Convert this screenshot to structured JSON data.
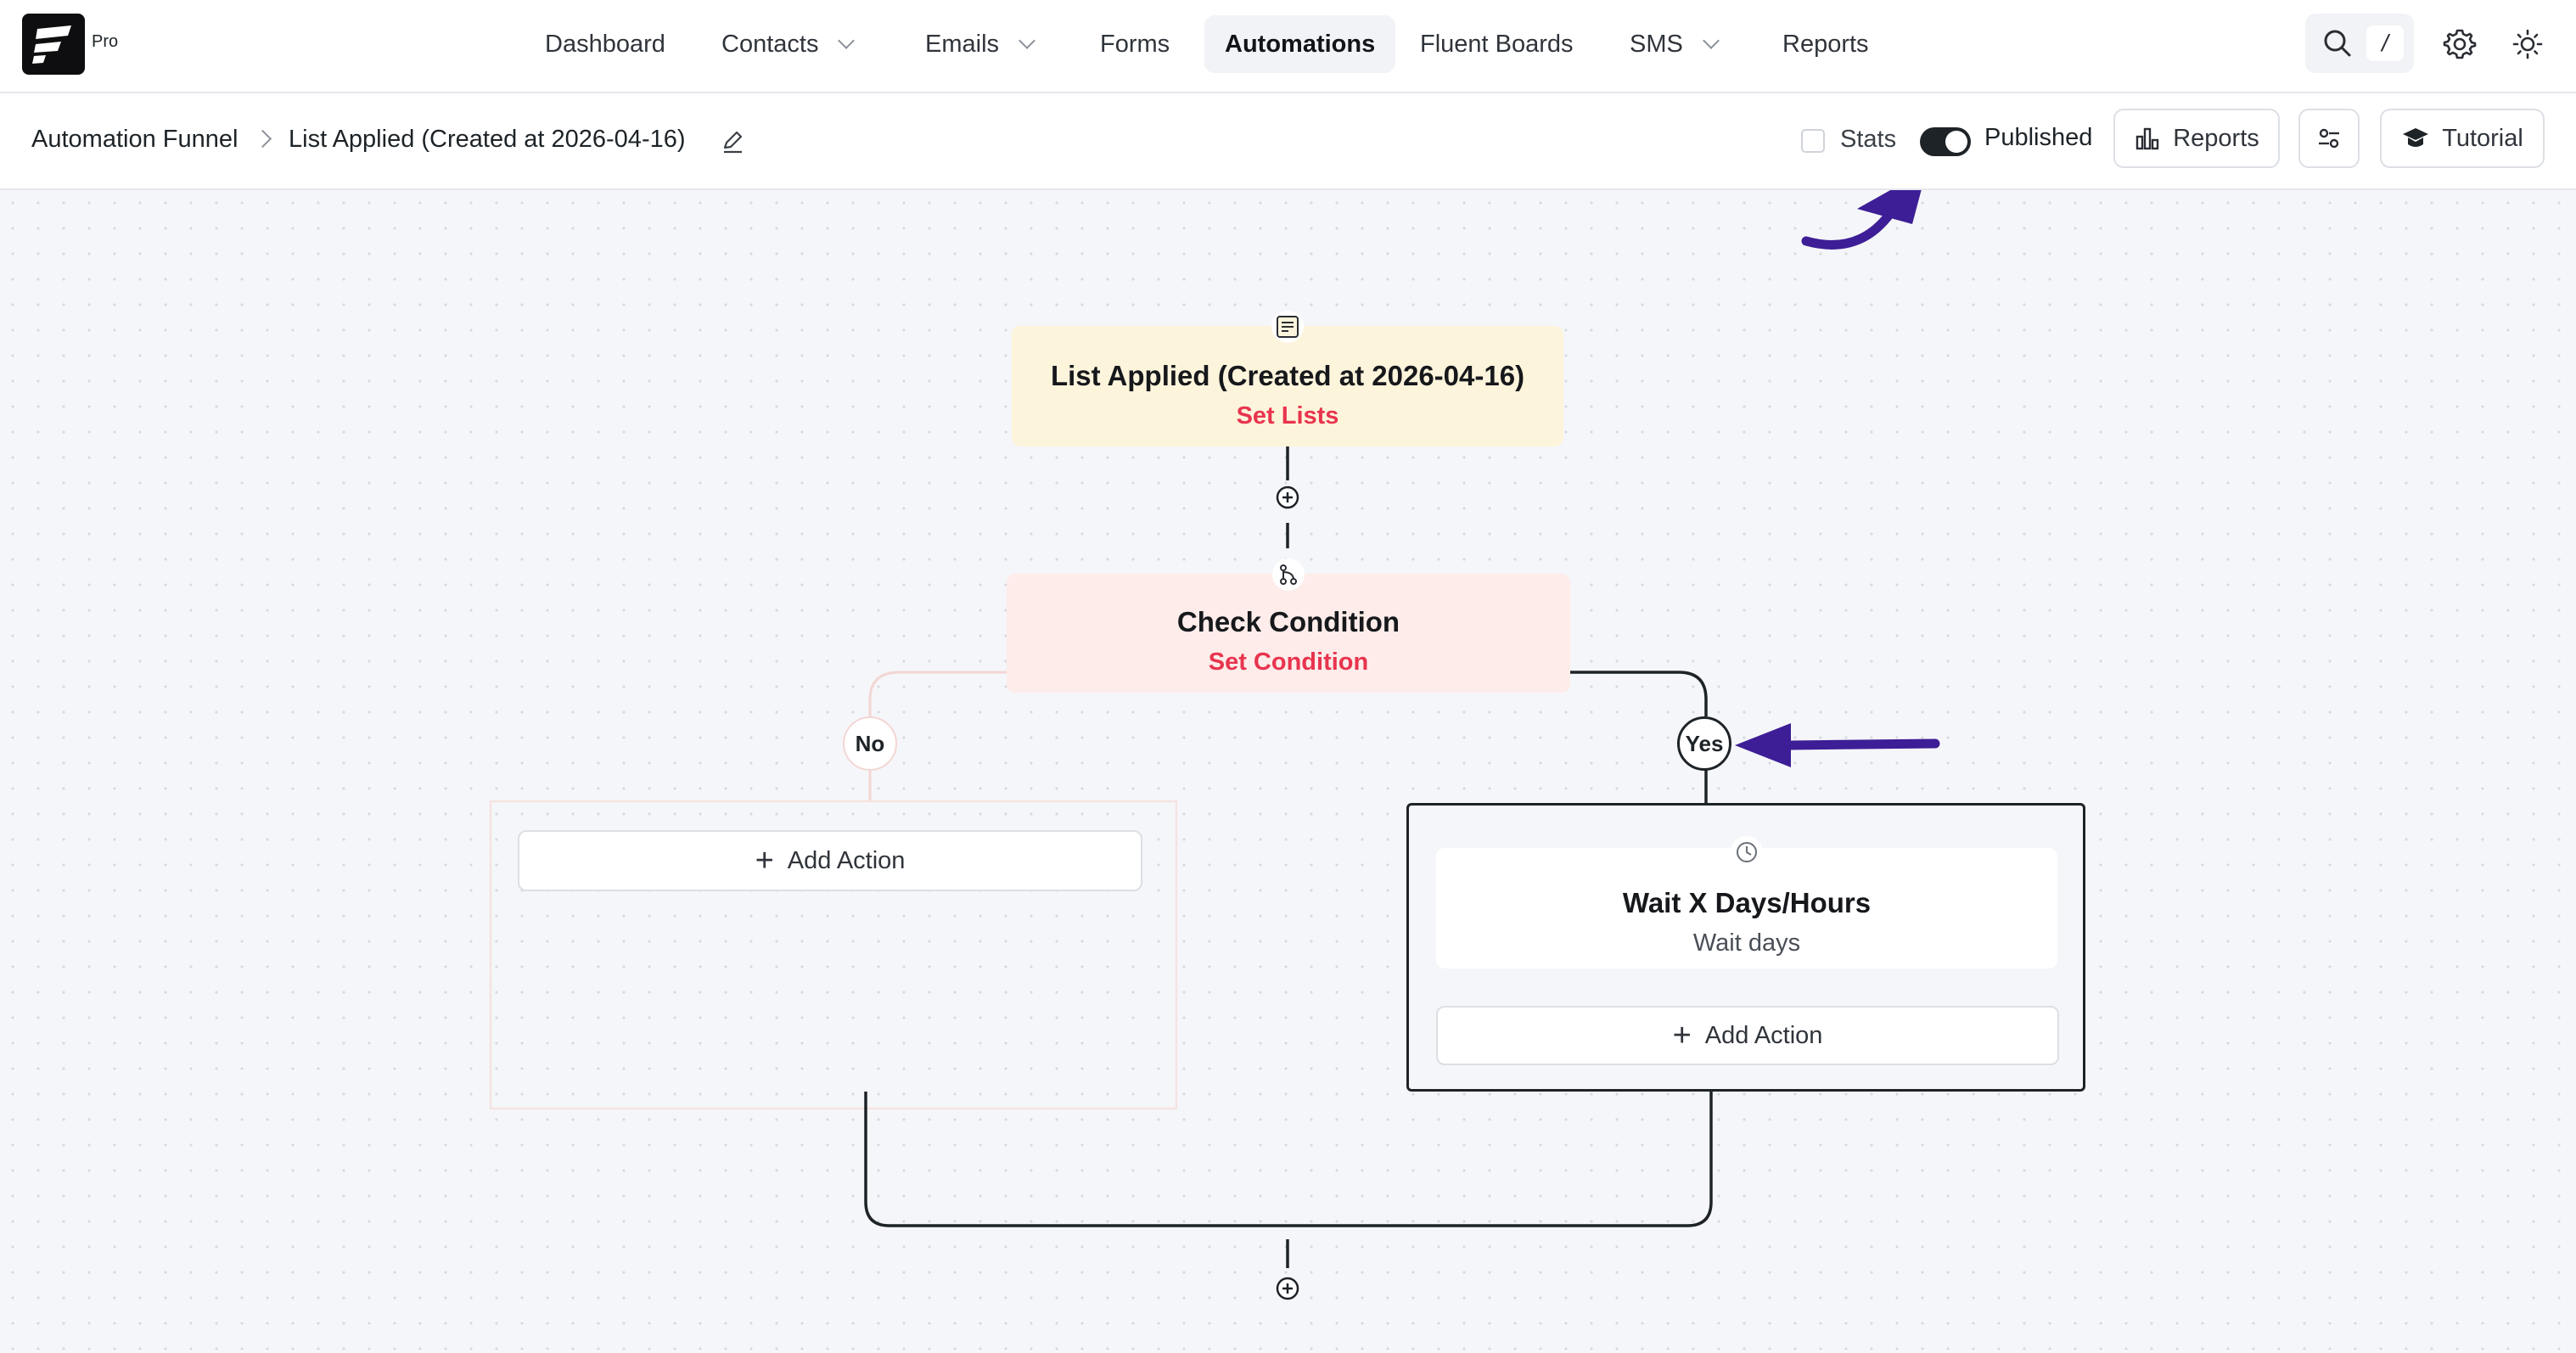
{
  "app": {
    "logo_badge": "Pro"
  },
  "nav": {
    "items": [
      {
        "label": "Dashboard",
        "dropdown": false
      },
      {
        "label": "Contacts",
        "dropdown": true
      },
      {
        "label": "Emails",
        "dropdown": true
      },
      {
        "label": "Forms",
        "dropdown": false
      },
      {
        "label": "Automations",
        "dropdown": false,
        "active": true
      },
      {
        "label": "Fluent Boards",
        "dropdown": false
      },
      {
        "label": "SMS",
        "dropdown": true
      },
      {
        "label": "Reports",
        "dropdown": false
      }
    ],
    "search_shortcut": "/"
  },
  "breadcrumb": {
    "parent": "Automation Funnel",
    "current": "List Applied (Created at 2026-04-16)"
  },
  "toolbar": {
    "stats_label": "Stats",
    "stats_checked": false,
    "published_label": "Published",
    "published_on": true,
    "reports_label": "Reports",
    "tutorial_label": "Tutorial"
  },
  "funnel": {
    "trigger": {
      "title": "List Applied (Created at 2026-04-16)",
      "subtitle": "Set Lists"
    },
    "condition": {
      "title": "Check Condition",
      "subtitle": "Set Condition"
    },
    "branch_no": {
      "label": "No",
      "add_action_label": "Add Action"
    },
    "branch_yes": {
      "label": "Yes",
      "action": {
        "title": "Wait X Days/Hours",
        "subtitle": "Wait days"
      },
      "add_action_label": "Add Action"
    }
  },
  "colors": {
    "accent": "#e8344e",
    "arrow_annotation": "#3d1e96",
    "trigger_bg": "#fdf4dc",
    "condition_bg": "#fdecea"
  }
}
